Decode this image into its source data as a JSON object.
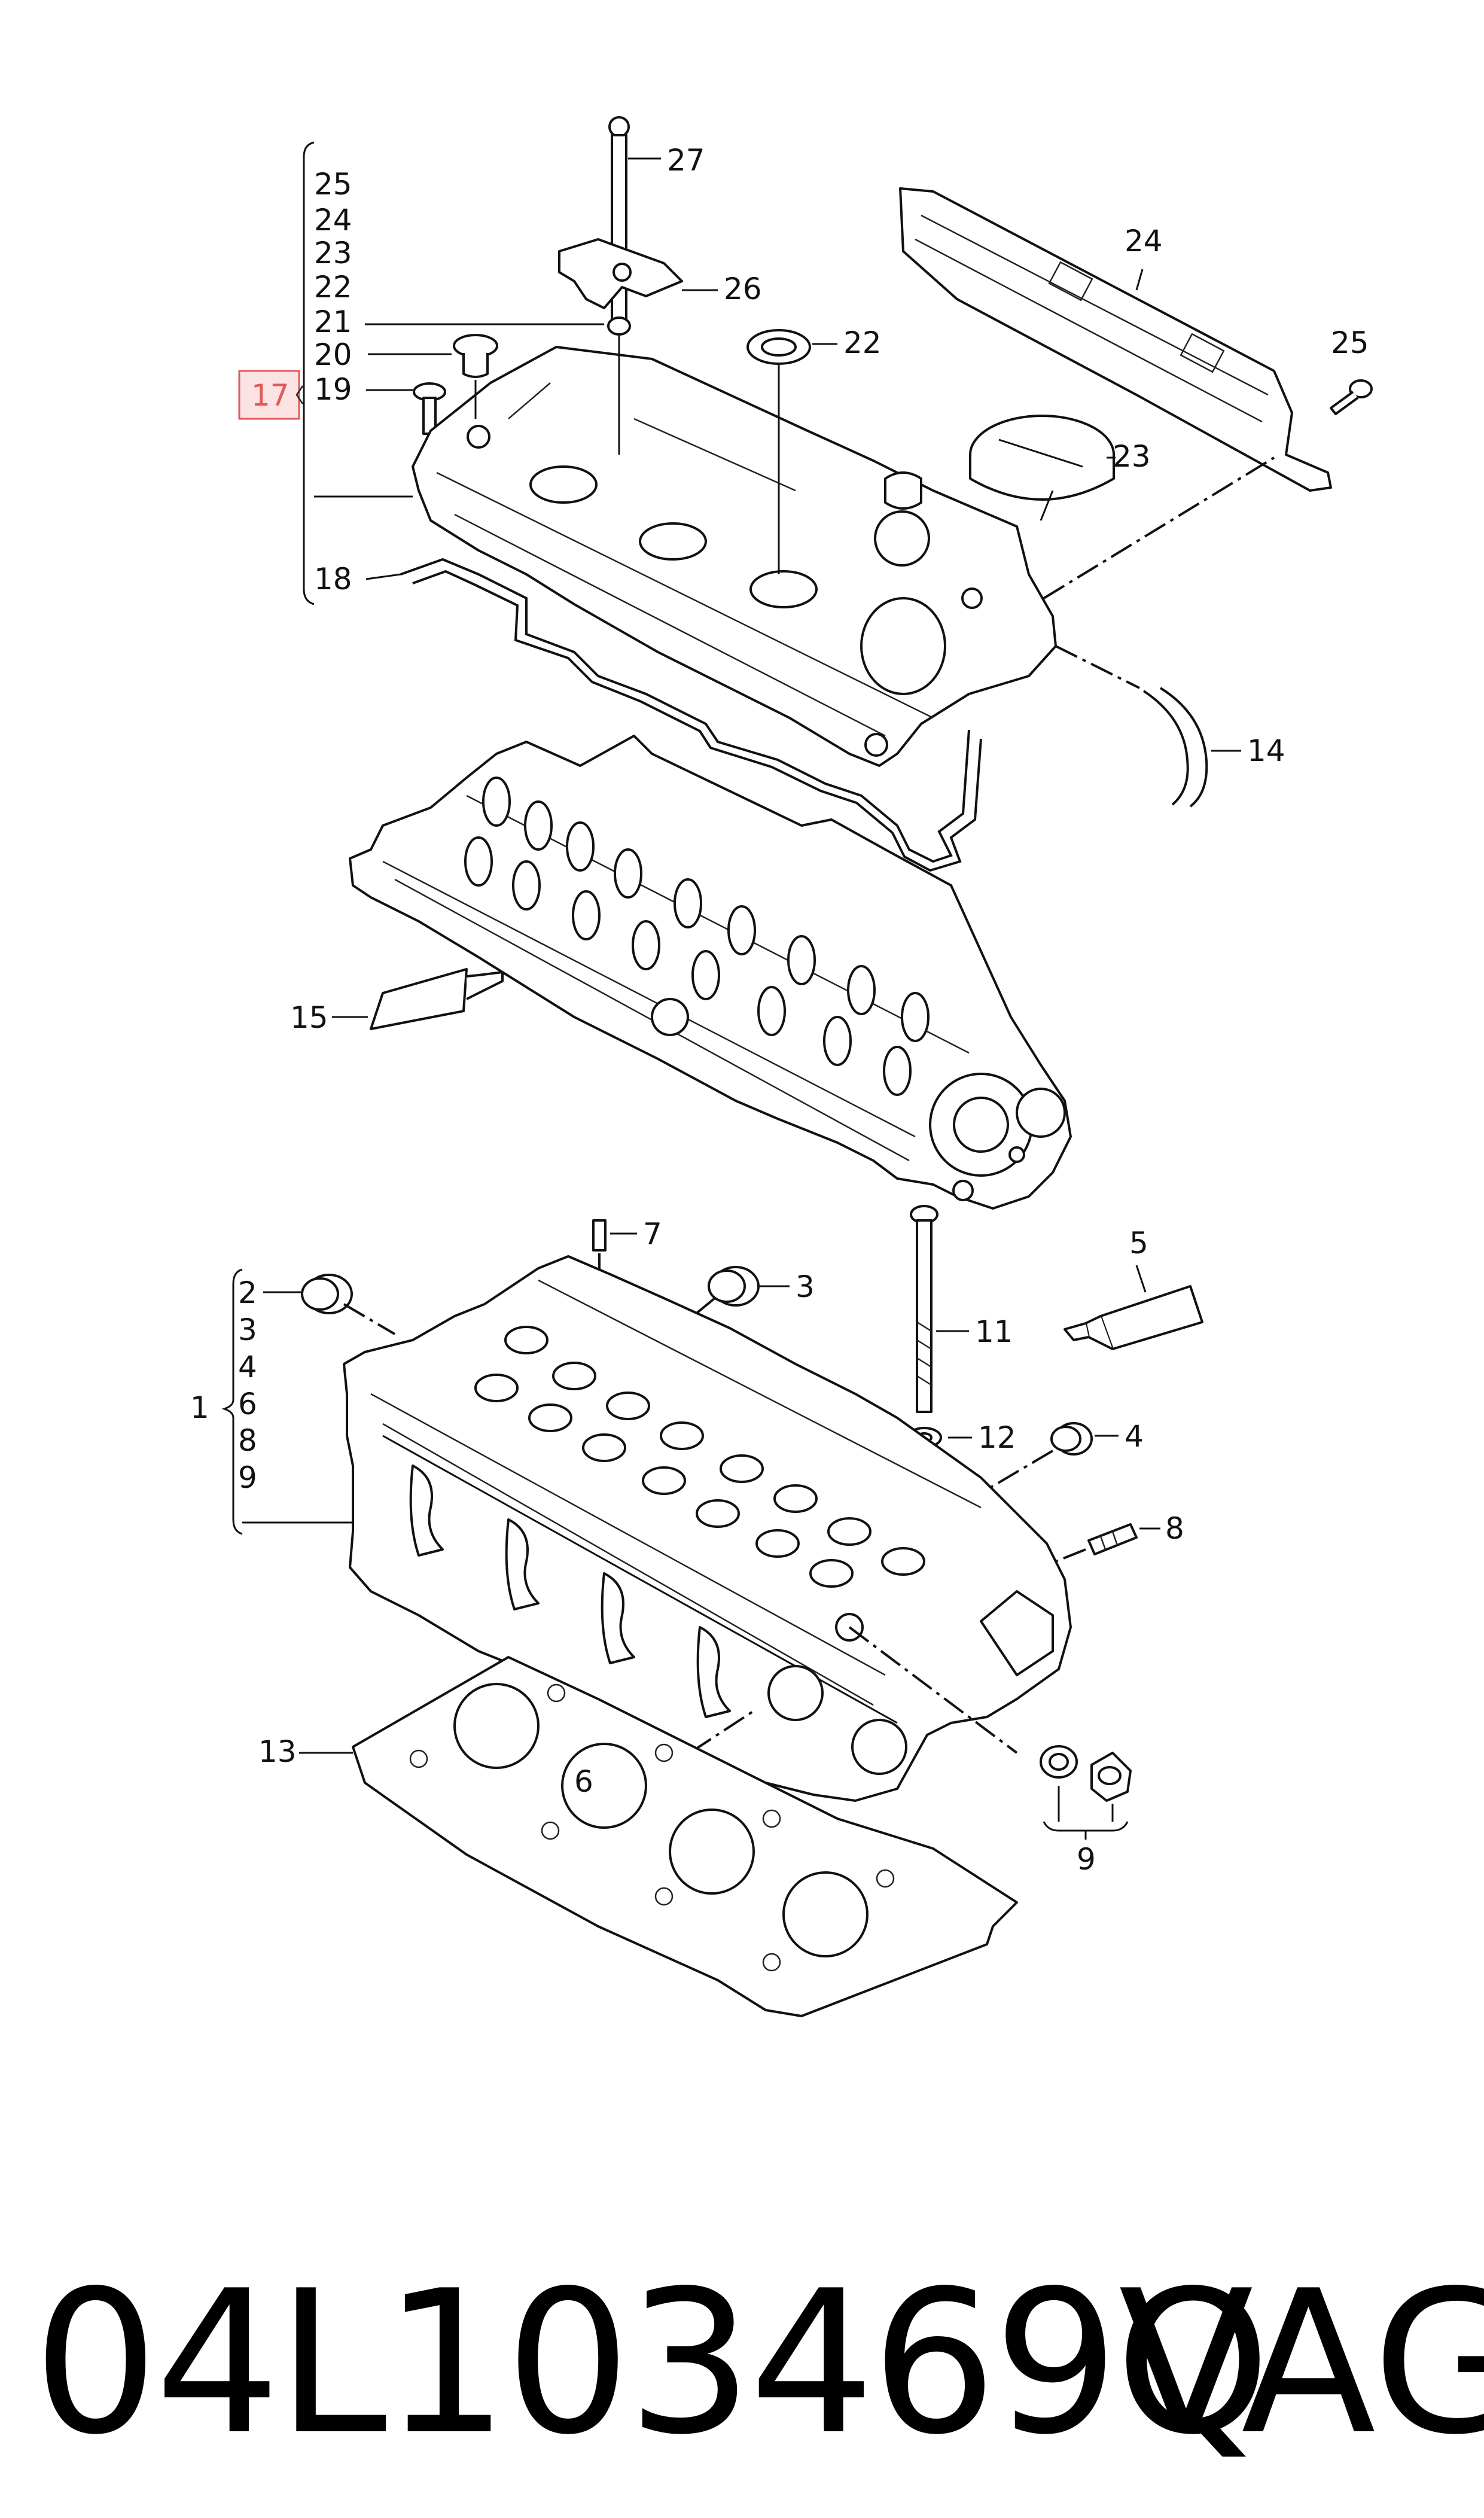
{
  "labels": {
    "l1": "1",
    "l2": "2",
    "l3": "3",
    "l3b": "3",
    "l4": "4",
    "l4b": "4",
    "l5": "5",
    "l6": "6",
    "l6b": "6",
    "l7": "7",
    "l8": "8",
    "l8b": "8",
    "l9": "9",
    "l9b": "9",
    "l11": "11",
    "l12": "12",
    "l13": "13",
    "l14": "14",
    "l15": "15",
    "l17": "17",
    "l18": "18",
    "l19": "19",
    "l20": "20",
    "l21": "21",
    "l22": "22",
    "l22b": "22",
    "l23": "23",
    "l23b": "23",
    "l24": "24",
    "l24b": "24",
    "l25": "25",
    "l25b": "25",
    "l26": "26",
    "l27": "27"
  },
  "highlight_color": "#e05a5a",
  "footer": {
    "part_number": "04L103469Q",
    "brand": "VAG"
  }
}
